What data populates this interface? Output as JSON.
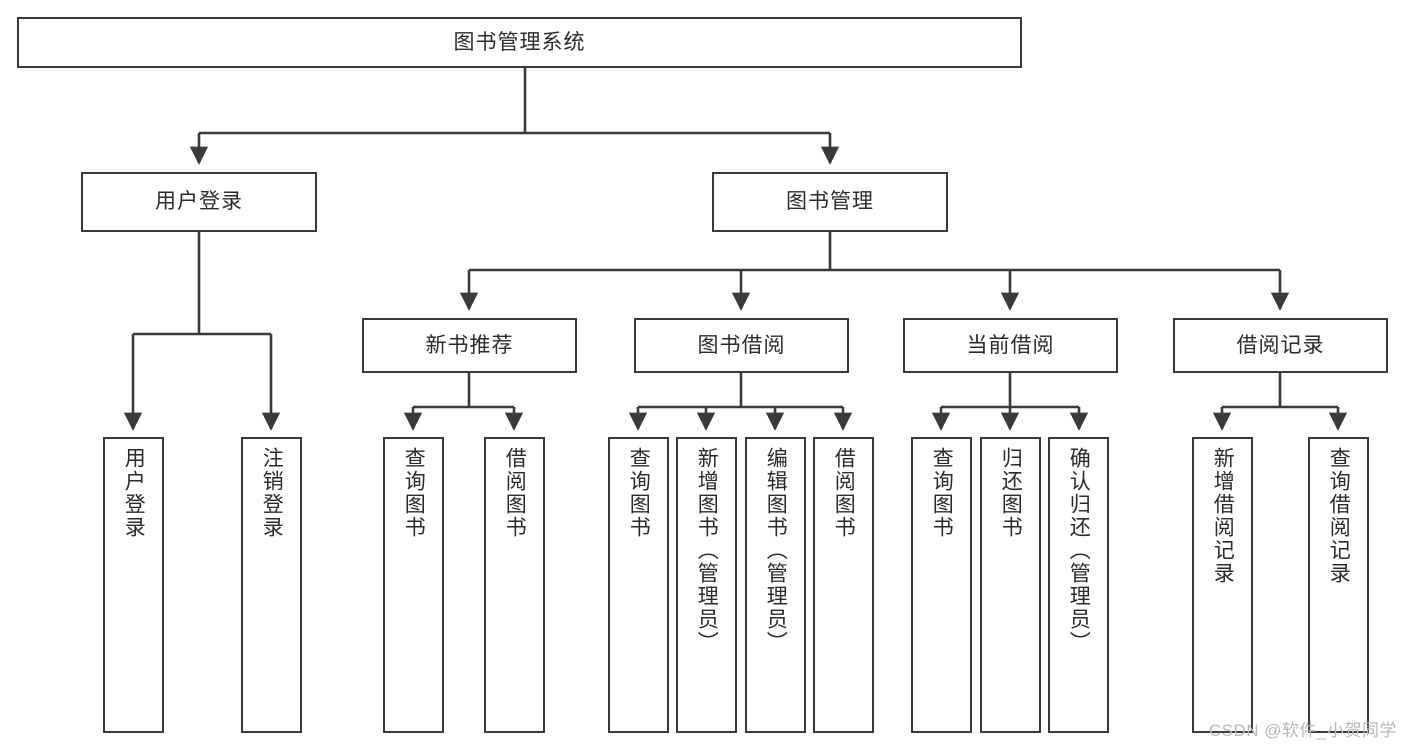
{
  "diagram": {
    "type": "tree",
    "title": "图书管理系统",
    "colors": {
      "box_border": "#3a3a3a",
      "box_fill": "#ffffff",
      "edge": "#3a3a3a",
      "text": "#2b2b2b",
      "watermark": "#b9b9b9",
      "background": "#ffffff"
    },
    "root": {
      "label": "图书管理系统"
    },
    "level2": [
      {
        "label": "用户登录"
      },
      {
        "label": "图书管理"
      }
    ],
    "level3": [
      {
        "label": "新书推荐"
      },
      {
        "label": "图书借阅"
      },
      {
        "label": "当前借阅"
      },
      {
        "label": "借阅记录"
      }
    ],
    "leaves": {
      "user_login": [
        {
          "label": "用户登录"
        },
        {
          "label": "注销登录"
        }
      ],
      "new_book": [
        {
          "label": "查询图书"
        },
        {
          "label": "借阅图书"
        }
      ],
      "borrow_book": [
        {
          "label": "查询图书"
        },
        {
          "label": "新增图书（管理员）"
        },
        {
          "label": "编辑图书（管理员）"
        },
        {
          "label": "借阅图书"
        }
      ],
      "current_borrow": [
        {
          "label": "查询图书"
        },
        {
          "label": "归还图书"
        },
        {
          "label": "确认归还（管理员）"
        }
      ],
      "borrow_record": [
        {
          "label": "新增借阅记录"
        },
        {
          "label": "查询借阅记录"
        }
      ]
    }
  },
  "watermark": {
    "text": "CSDN @软件_小贺同学"
  }
}
